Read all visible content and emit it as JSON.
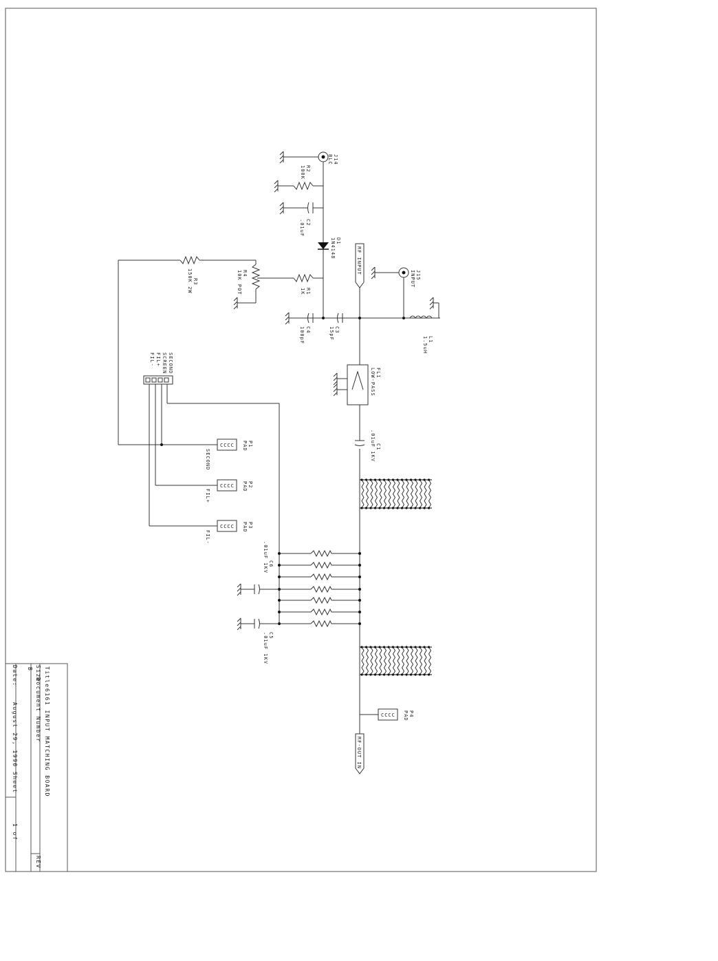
{
  "title_block": {
    "title_label": "Title",
    "title": "6161 INPUT MATCHING BOARD",
    "size_label": "Size",
    "size": "B",
    "docnum_label": "Document Number",
    "rev_label": "REV",
    "date_label": "Date:",
    "date": "August 29, 1990",
    "sheet_label": "Sheet",
    "sheet_of": "1   of"
  },
  "connectors": {
    "rf_input": "RF INPUT",
    "rf_out": "RF-OUT IN",
    "j14": "J14",
    "j14_val": "BLC",
    "j15": "J15",
    "j15_val": "INPUT"
  },
  "header": {
    "pins": [
      "SECOND",
      "SCREEN",
      "FIL+",
      "FIL-"
    ]
  },
  "components": [
    {
      "ref": "R2",
      "val": "100K"
    },
    {
      "ref": "C2",
      "val": ".01uF"
    },
    {
      "ref": "D1",
      "val": "1N4148"
    },
    {
      "ref": "R3",
      "val": "150K 2W"
    },
    {
      "ref": "R4",
      "val": "10K POT"
    },
    {
      "ref": "R1",
      "val": "1K"
    },
    {
      "ref": "C4",
      "val": "100pF"
    },
    {
      "ref": "C3",
      "val": "15pF"
    },
    {
      "ref": "L1",
      "val": "1.5uH"
    },
    {
      "ref": "FL1",
      "val": "LOW-PASS"
    },
    {
      "ref": "C1",
      "val": ".01uF 1KV"
    },
    {
      "ref": "C6",
      "val": ".01uF 1KV"
    },
    {
      "ref": "C5",
      "val": ".01uF 1KV"
    }
  ],
  "pads": [
    {
      "ref": "P1",
      "val": "PAD",
      "sig": "SECOND",
      "box": "CCCC"
    },
    {
      "ref": "P2",
      "val": "PAD",
      "sig": "FIL+",
      "box": "CCCC"
    },
    {
      "ref": "P3",
      "val": "PAD",
      "sig": "FIL-",
      "box": "CCCC"
    },
    {
      "ref": "P4",
      "val": "PAD",
      "sig": "",
      "box": "CCCC"
    }
  ]
}
